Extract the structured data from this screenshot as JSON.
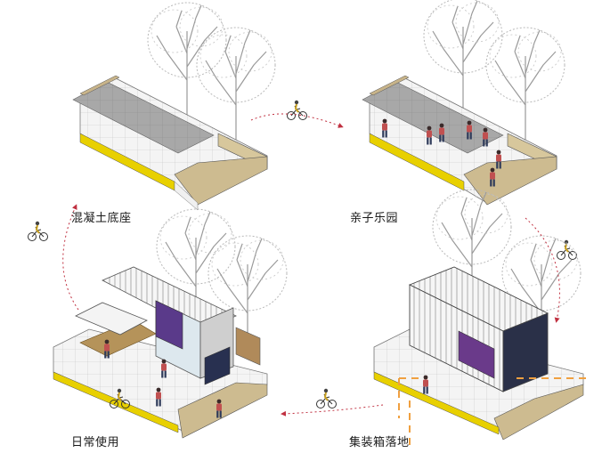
{
  "stages": [
    {
      "id": "concrete-base",
      "label": "混凝土底座"
    },
    {
      "id": "kids-park",
      "label": "亲子乐园"
    },
    {
      "id": "container-landing",
      "label": "集装箱落地"
    },
    {
      "id": "daily-use",
      "label": "日常使用"
    }
  ],
  "colors": {
    "pavement": "#f2f2f2",
    "paving_dark": "#a6a6a6",
    "curb": "#c8b48a",
    "edge_stripe": "#e8d000",
    "cycle_arrow": "#c03040",
    "highlight": "#f0a040",
    "tree": "#b4b4b4"
  },
  "icons": [
    "bicycle-icon",
    "tree-icon",
    "person-icon",
    "container-icon",
    "cycle-arrow-icon"
  ]
}
